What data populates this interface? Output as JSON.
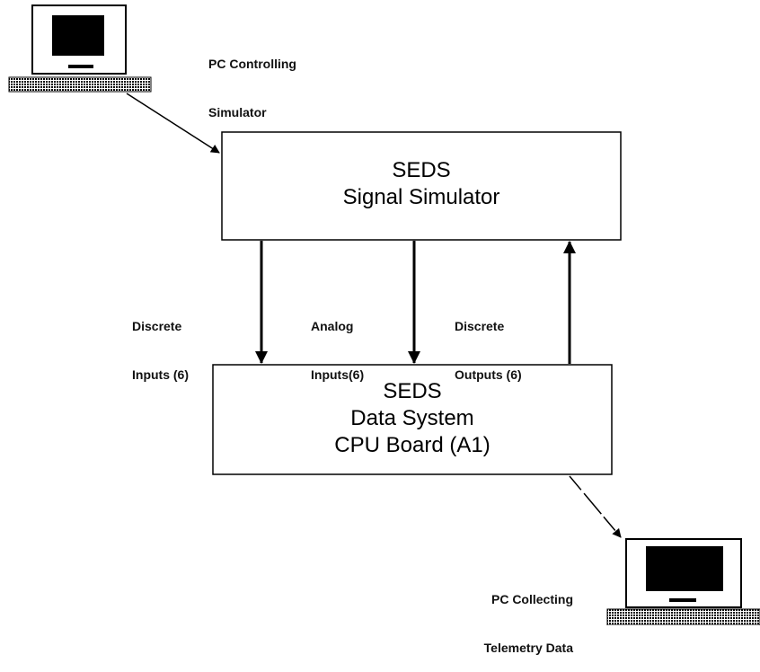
{
  "pc_top": {
    "label_line1": "PC Controlling",
    "label_line2": "Simulator"
  },
  "pc_bottom": {
    "label_line1": "PC Collecting",
    "label_line2": "Telemetry Data"
  },
  "simulator_box": {
    "line1": "SEDS",
    "line2": "Signal Simulator"
  },
  "cpu_box": {
    "line1": "SEDS",
    "line2": "Data System",
    "line3": "CPU Board (A1)"
  },
  "signals": {
    "discrete_inputs": {
      "line1": "Discrete",
      "line2": "Inputs (6)"
    },
    "analog_inputs": {
      "line1": "Analog",
      "line2": "Inputs(6)"
    },
    "discrete_outputs": {
      "line1": "Discrete",
      "line2": "Outputs (6)"
    }
  },
  "icons": [
    "computer-icon",
    "keyboard-icon",
    "arrow-icon"
  ]
}
